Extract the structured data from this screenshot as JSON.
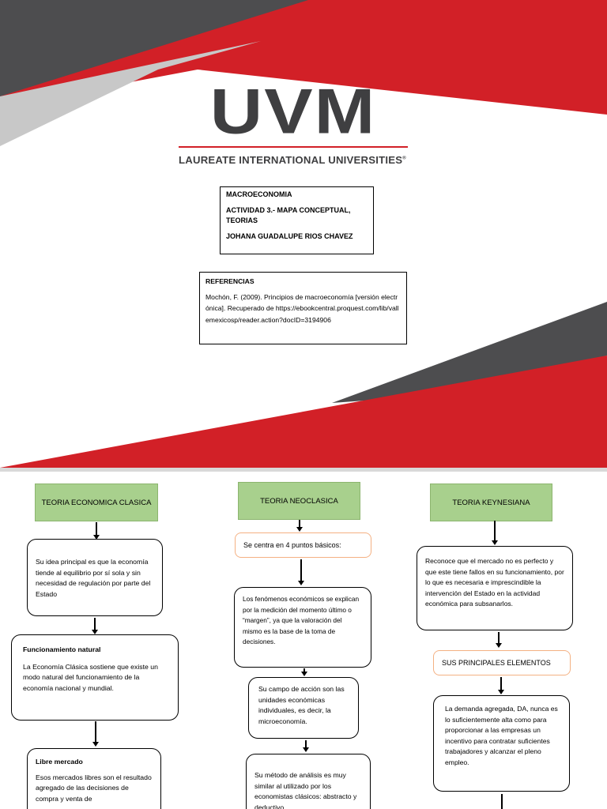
{
  "logo": {
    "letters": "UVM",
    "subtitle": "LAUREATE INTERNATIONAL UNIVERSITIES",
    "trademark": "®"
  },
  "title_box": {
    "subject": "MACROECONOMIA",
    "activity": "ACTIVIDAD 3.- MAPA CONCEPTUAL, TEORIAS",
    "author": "JOHANA GUADALUPE RIOS CHAVEZ"
  },
  "references": {
    "heading": "REFERENCIAS",
    "text": "Mochón, F. (2009). Principios de macroeconomía [versión electrónica]. Recuperado de https://ebookcentral.proquest.com/lib/vallemexicosp/reader.action?docID=3194906"
  },
  "colors": {
    "red": "#d22027",
    "dark_gray": "#4d4d4f",
    "light_gray": "#c8c8c8",
    "header_green": "#a8d08d",
    "orange_border": "#f4b183"
  },
  "columns": {
    "clasica": {
      "header": "TEORIA ECONOMICA CLASICA",
      "box1": "Su idea principal es que la economía tiende al equilibrio por sí sola y sin necesidad de regulación por parte del Estado",
      "box2_title": "Funcionamiento natural",
      "box2_text": "La Economía Clásica sostiene que existe un modo natural del funcionamiento de la economía nacional y mundial.",
      "box3_title": "Libre mercado",
      "box3_text": "Esos mercados libres son el resultado agregado de las decisiones de compra y venta de"
    },
    "neoclasica": {
      "header": "TEORIA NEOCLASICA",
      "box1": "Se centra en 4 puntos básicos:",
      "box2": "Los fenómenos económicos se explican por la medición del momento último o “margen”, ya que la valoración del mismo es la base de la toma de decisiones.",
      "box3": "Su campo de acción son las unidades económicas individuales, es decir, la microeconomía.",
      "box4": "Su método de análisis es muy similar al utilizado por los economistas clásicos: abstracto y deductivo"
    },
    "keynesiana": {
      "header": "TEORIA KEYNESIANA",
      "box1": "Reconoce que el mercado no es perfecto y que este tiene fallos en su funcionamiento, por lo que es necesaria e imprescindible la intervención del Estado en la actividad económica para subsanarlos.",
      "box2": "SUS PRINCIPALES ELEMENTOS",
      "box3": "La demanda agregada, DA, nunca es lo suficientemente alta como para proporcionar a las empresas un incentivo para contratar suficientes trabajadores y alcanzar el pleno empleo."
    }
  }
}
